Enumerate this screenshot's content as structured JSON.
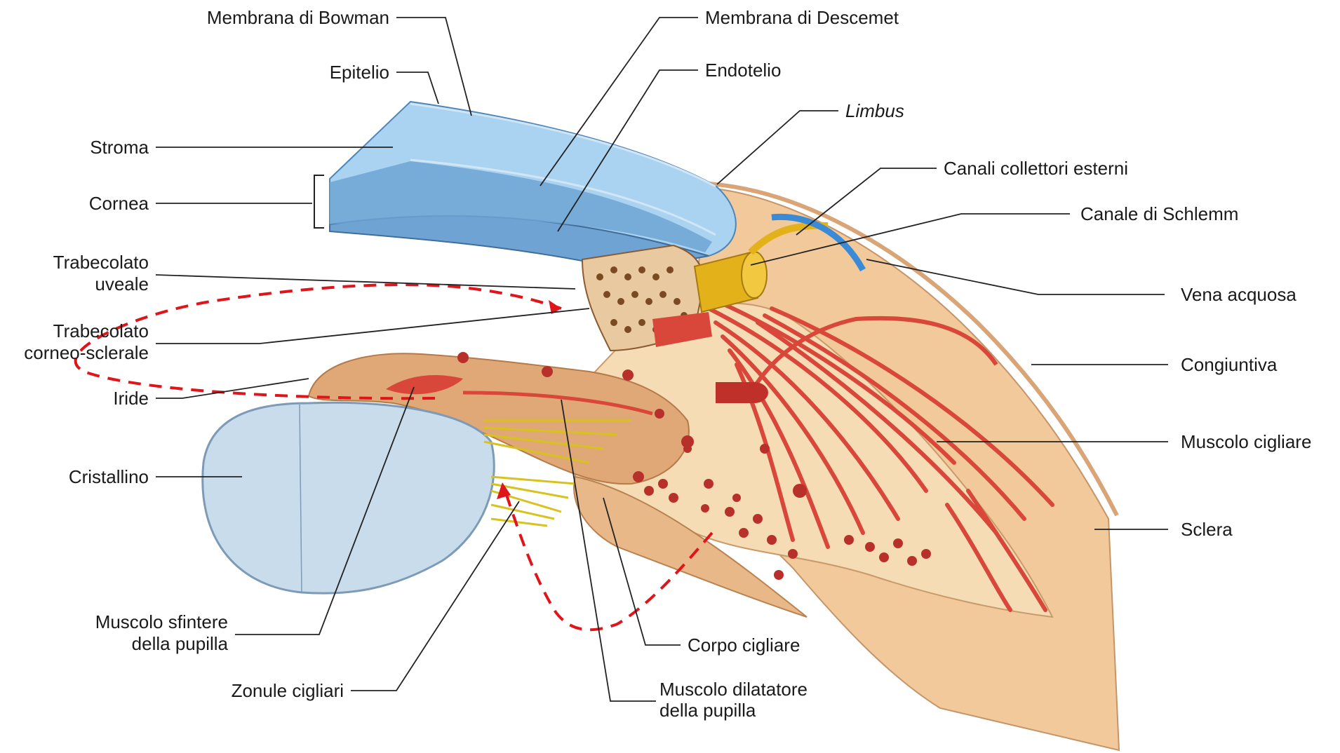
{
  "labels": {
    "membrana_bowman": "Membrana di Bowman",
    "epitelio": "Epitelio",
    "stroma": "Stroma",
    "cornea": "Cornea",
    "trabecolato_uveale_1": "Trabecolato",
    "trabecolato_uveale_2": "uveale",
    "trabecolato_cs_1": "Trabecolato",
    "trabecolato_cs_2": "corneo-sclerale",
    "iride": "Iride",
    "cristallino": "Cristallino",
    "sfintere_1": "Muscolo sfintere",
    "sfintere_2": "della pupilla",
    "zonule": "Zonule cigliari",
    "descemet": "Membrana di Descemet",
    "endotelio": "Endotelio",
    "limbus": "Limbus",
    "canali_collettori": "Canali collettori esterni",
    "schlemm": "Canale di Schlemm",
    "vena_acquosa": "Vena acquosa",
    "congiuntiva": "Congiuntiva",
    "muscolo_cigliare": "Muscolo cigliare",
    "sclera": "Sclera",
    "corpo_cigliare": "Corpo cigliare",
    "dilatatore_1": "Muscolo dilatatore",
    "dilatatore_2": "della pupilla"
  },
  "colors": {
    "cornea_light": "#a9d3f0",
    "cornea_dark": "#6fa3d4",
    "sclera": "#f2c99a",
    "ciliary_body": "#f5dcb4",
    "muscle": "#d9463a",
    "lens": "#c8dcec",
    "zonule": "#d8c21e",
    "schlemm": "#e3b21a",
    "flow_arrow": "#e0141b"
  }
}
